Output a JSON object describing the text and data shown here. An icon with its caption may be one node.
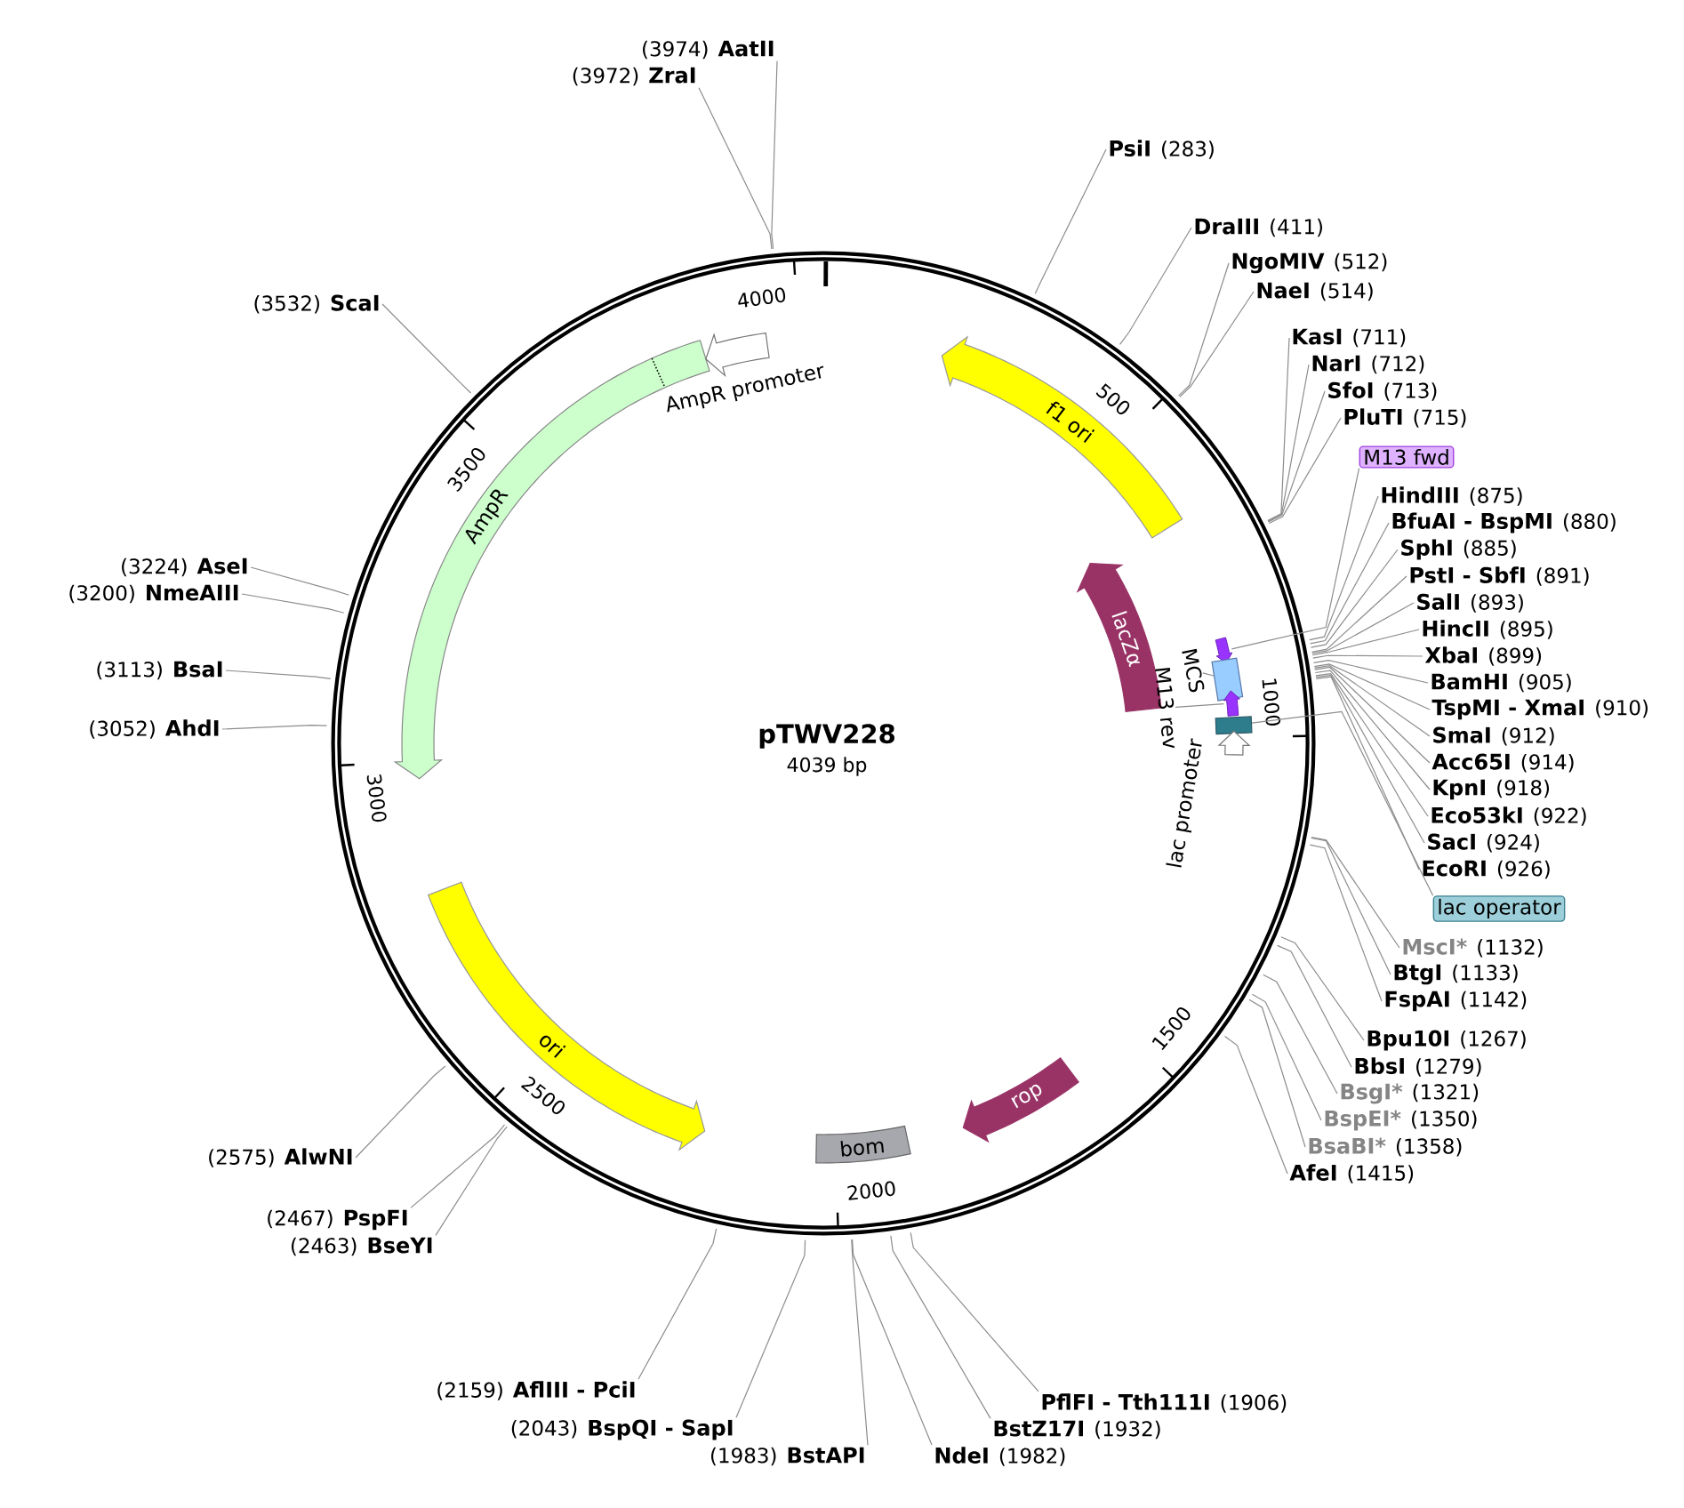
{
  "diagram": {
    "title": "pTWV228",
    "nodes": [
      {
        "text": [
          "PsiI",
          "(283)"
        ]
      },
      {
        "text": [
          "DraIII",
          "(411)"
        ]
      },
      {
        "text": [
          "NgoMIV",
          "(512)"
        ]
      },
      {
        "text": [
          "NaeI",
          "(514)"
        ]
      },
      {
        "text": [
          "KasI",
          "(711)"
        ]
      },
      {
        "text": [
          "NarI",
          "(712)"
        ]
      },
      {
        "text": [
          "SfoI",
          "(713)"
        ]
      },
      {
        "text": [
          "PluTI",
          "(715)"
        ]
      },
      {
        "text": [
          "HindIII",
          "(875)"
        ]
      },
      {
        "text": [
          "BfuAI - BspMI",
          "(880)"
        ]
      },
      {
        "text": [
          "SphI",
          "(885)"
        ]
      },
      {
        "text": [
          "PstI - SbfI",
          "(891)"
        ]
      },
      {
        "text": [
          "SalI",
          "(893)"
        ]
      },
      {
        "text": [
          "HincII",
          "(895)"
        ]
      },
      {
        "text": [
          "XbaI",
          "(899)"
        ]
      },
      {
        "text": [
          "BamHI",
          "(905)"
        ]
      },
      {
        "text": [
          "TspMI - XmaI",
          "(910)"
        ]
      },
      {
        "text": [
          "SmaI",
          "(912)"
        ]
      },
      {
        "text": [
          "Acc65I",
          "(914)"
        ]
      },
      {
        "text": [
          "KpnI",
          "(918)"
        ]
      },
      {
        "text": [
          "Eco53kI",
          "(922)"
        ]
      },
      {
        "text": [
          "SacI",
          "(924)"
        ]
      },
      {
        "text": [
          "EcoRI",
          "(926)"
        ]
      },
      {
        "text": [
          "MscI*",
          "(1132)"
        ]
      },
      {
        "text": [
          "BtgI",
          "(1133)"
        ]
      },
      {
        "text": [
          "FspAI",
          "(1142)"
        ]
      },
      {
        "text": [
          "Bpu10I",
          "(1267)"
        ]
      },
      {
        "text": [
          "BbsI",
          "(1279)"
        ]
      },
      {
        "text": [
          "BsgI*",
          "(1321)"
        ]
      },
      {
        "text": [
          "BspEI*",
          "(1350)"
        ]
      },
      {
        "text": [
          "BsaBI*",
          "(1358)"
        ]
      },
      {
        "text": [
          "AfeI",
          "(1415)"
        ]
      },
      {
        "text": [
          "PflFI - Tth111I",
          "(1906)"
        ]
      },
      {
        "text": [
          "BstZ17I",
          "(1932)"
        ]
      },
      {
        "text": [
          "NdeI",
          "(1982)"
        ]
      },
      {
        "text": [
          "(1983)",
          "BstAPI"
        ]
      },
      {
        "text": [
          "(2043)",
          "BspQI - SapI"
        ]
      },
      {
        "text": [
          "(2159)",
          "AflIII - PciI"
        ]
      },
      {
        "text": [
          "(2463)",
          "BseYI"
        ]
      },
      {
        "text": [
          "(2467)",
          "PspFI"
        ]
      },
      {
        "text": [
          "(2575)",
          "AlwNI"
        ]
      },
      {
        "text": [
          "(3052)",
          "AhdI"
        ]
      },
      {
        "text": [
          "(3113)",
          "BsaI"
        ]
      },
      {
        "text": [
          "(3200)",
          "NmeAIII"
        ]
      },
      {
        "text": [
          "(3224)",
          "AseI"
        ]
      },
      {
        "text": [
          "(3532)",
          "ScaI"
        ]
      },
      {
        "text": [
          "(3972)",
          "ZraI"
        ]
      },
      {
        "text": [
          "(3974)",
          "AatII"
        ]
      },
      {
        "text": [
          "f1 ori"
        ]
      },
      {
        "text": [
          "lacZα"
        ]
      },
      {
        "text": [
          "M13 fwd"
        ]
      },
      {
        "text": [],
        "shape": "arrow"
      },
      {
        "text": [
          "MCS"
        ]
      },
      {
        "text": [],
        "shape": "box"
      },
      {
        "text": [
          "M13 rev"
        ]
      },
      {
        "text": [],
        "shape": "arrow"
      },
      {
        "text": [
          "lac operator"
        ]
      },
      {
        "text": [],
        "shape": "box"
      },
      {
        "text": [
          "lac promoter"
        ]
      },
      {
        "text": [
          "rop"
        ]
      },
      {
        "text": [
          "bom"
        ]
      },
      {
        "text": [
          "ori"
        ]
      },
      {
        "text": [
          "AmpR"
        ]
      },
      {
        "text": [
          "AmpR promoter"
        ]
      }
    ],
    "edges": [
      {
        "from": 0,
        "to": null,
        "arrow": "none"
      },
      {
        "from": 1,
        "to": null,
        "arrow": "none"
      },
      {
        "from": 2,
        "to": null,
        "arrow": "none"
      },
      {
        "from": 3,
        "to": null,
        "arrow": "none"
      },
      {
        "from": 4,
        "to": null,
        "arrow": "none"
      },
      {
        "from": 5,
        "to": null,
        "arrow": "none"
      },
      {
        "from": 6,
        "to": null,
        "arrow": "none"
      },
      {
        "from": 7,
        "to": null,
        "arrow": "none"
      },
      {
        "from": 8,
        "to": null,
        "arrow": "none"
      },
      {
        "from": 9,
        "to": null,
        "arrow": "none"
      },
      {
        "from": 10,
        "to": null,
        "arrow": "none"
      },
      {
        "from": 11,
        "to": null,
        "arrow": "none"
      },
      {
        "from": 12,
        "to": null,
        "arrow": "none"
      },
      {
        "from": 13,
        "to": null,
        "arrow": "none"
      },
      {
        "from": 14,
        "to": null,
        "arrow": "none"
      },
      {
        "from": 15,
        "to": null,
        "arrow": "none"
      },
      {
        "from": 16,
        "to": null,
        "arrow": "none"
      },
      {
        "from": 17,
        "to": null,
        "arrow": "none"
      },
      {
        "from": 18,
        "to": null,
        "arrow": "none"
      },
      {
        "from": 19,
        "to": null,
        "arrow": "none"
      },
      {
        "from": 20,
        "to": null,
        "arrow": "none"
      },
      {
        "from": 21,
        "to": null,
        "arrow": "none"
      },
      {
        "from": 22,
        "to": null,
        "arrow": "none"
      },
      {
        "from": 23,
        "to": null,
        "arrow": "none"
      },
      {
        "from": 24,
        "to": null,
        "arrow": "none"
      },
      {
        "from": 25,
        "to": null,
        "arrow": "none"
      },
      {
        "from": 26,
        "to": null,
        "arrow": "none"
      },
      {
        "from": 27,
        "to": null,
        "arrow": "none"
      },
      {
        "from": 28,
        "to": null,
        "arrow": "none"
      },
      {
        "from": 29,
        "to": null,
        "arrow": "none"
      },
      {
        "from": 30,
        "to": null,
        "arrow": "none"
      },
      {
        "from": 31,
        "to": null,
        "arrow": "none"
      },
      {
        "from": 32,
        "to": null,
        "arrow": "none"
      },
      {
        "from": 33,
        "to": null,
        "arrow": "none"
      },
      {
        "from": 34,
        "to": null,
        "arrow": "none"
      },
      {
        "from": 35,
        "to": null,
        "arrow": "none"
      },
      {
        "from": 36,
        "to": null,
        "arrow": "none"
      },
      {
        "from": 37,
        "to": null,
        "arrow": "none"
      },
      {
        "from": 38,
        "to": null,
        "arrow": "none"
      },
      {
        "from": 39,
        "to": null,
        "arrow": "none"
      },
      {
        "from": 40,
        "to": null,
        "arrow": "none"
      },
      {
        "from": 41,
        "to": null,
        "arrow": "none"
      },
      {
        "from": 42,
        "to": null,
        "arrow": "none"
      },
      {
        "from": 43,
        "to": null,
        "arrow": "none"
      },
      {
        "from": 44,
        "to": null,
        "arrow": "none"
      },
      {
        "from": 45,
        "to": null,
        "arrow": "none"
      },
      {
        "from": 46,
        "to": null,
        "arrow": "none"
      },
      {
        "from": 47,
        "to": null,
        "arrow": "none"
      },
      {
        "from": 50,
        "to": 51,
        "arrow": "none"
      },
      {
        "from": 52,
        "to": 53,
        "arrow": "none"
      },
      {
        "from": 54,
        "to": 55,
        "arrow": "none"
      },
      {
        "from": 56,
        "to": 57,
        "arrow": "none"
      }
    ],
    "labels": [
      "500",
      "1000",
      "1500",
      "2000",
      "2500",
      "3000",
      "3500",
      "4000",
      "4039 bp"
    ]
  }
}
